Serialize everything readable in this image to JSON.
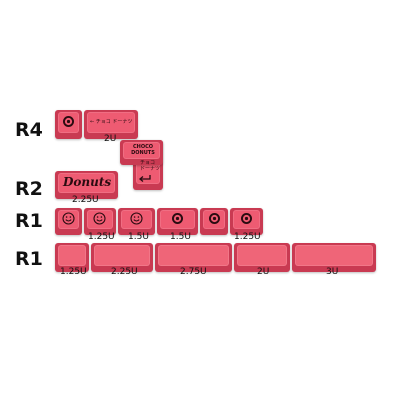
{
  "rows": [
    {
      "label": "R4"
    },
    {
      "label": "R2"
    },
    {
      "label": "R1"
    },
    {
      "label": "R1"
    }
  ],
  "keys": {
    "r4_icon": {
      "icon": "donut-icon"
    },
    "r4_2u": {
      "legend": "← チョコ ドーナツ",
      "size": "2U"
    },
    "enter": {
      "legend_line1": "CHOCO",
      "legend_line2": "DONUTS",
      "legend_jp_line1": "チョコ",
      "legend_jp_line2": "ドーナツ",
      "icon": "enter-arrow-icon"
    },
    "r2_225u": {
      "legend": "Donuts",
      "size": "2.25U"
    },
    "r1a_1": {
      "icon": "smiley-icon"
    },
    "r1a_2": {
      "icon": "smiley-icon",
      "size": "1.25U"
    },
    "r1a_3": {
      "icon": "smiley-icon",
      "size": "1.5U"
    },
    "r1a_4": {
      "icon": "donut-icon",
      "size": "1.5U"
    },
    "r1a_5": {
      "icon": "donut-icon"
    },
    "r1a_6": {
      "icon": "donut-icon",
      "size": "1.25U"
    },
    "r1b_1": {
      "size": "1.25U"
    },
    "r1b_2": {
      "size": "2.25U"
    },
    "r1b_3": {
      "size": "2.75U"
    },
    "r1b_4": {
      "size": "2U"
    },
    "r1b_5": {
      "size": "3U"
    }
  },
  "colors": {
    "keycap_top": "#ee5b72",
    "keycap_side": "#c93a52",
    "legend": "#2a0b10"
  }
}
